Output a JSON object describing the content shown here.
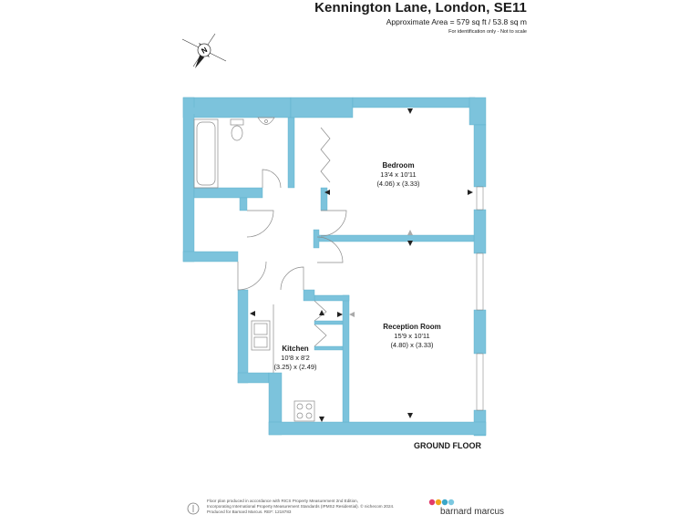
{
  "header": {
    "title": "Kennington Lane, London, SE11",
    "area": "Approximate Area = 579 sq ft / 53.8 sq m",
    "identification": "For identification only - Not to scale"
  },
  "compass": {
    "label": "N",
    "icon": "compass-icon"
  },
  "rooms": {
    "bedroom": {
      "name": "Bedroom",
      "imperial": "13'4 x 10'11",
      "metric": "(4.06) x (3.33)"
    },
    "reception": {
      "name": "Reception Room",
      "imperial": "15'9 x 10'11",
      "metric": "(4.80) x (3.33)"
    },
    "kitchen": {
      "name": "Kitchen",
      "imperial": "10'8 x 8'2",
      "metric": "(3.25) x (2.49)"
    }
  },
  "floor_label": "GROUND FLOOR",
  "footer": {
    "line1": "Floor plan produced in accordance with RICS Property Measurement 2nd Edition,",
    "line2": "Incorporating International Property Measurement Standards (IPMS2 Residential). © nichecom 2024.",
    "line3": "Produced for Barnard Marcus.   REF: 1218783"
  },
  "brand": {
    "name": "barnard marcus",
    "dot_colors": [
      "#e23b6a",
      "#f2a51a",
      "#3aa7c8",
      "#7bc8e0"
    ]
  },
  "colors": {
    "wall": "#7cc3dc",
    "wall_stroke": "#5aaecb",
    "fixture": "#8a8a8a"
  }
}
